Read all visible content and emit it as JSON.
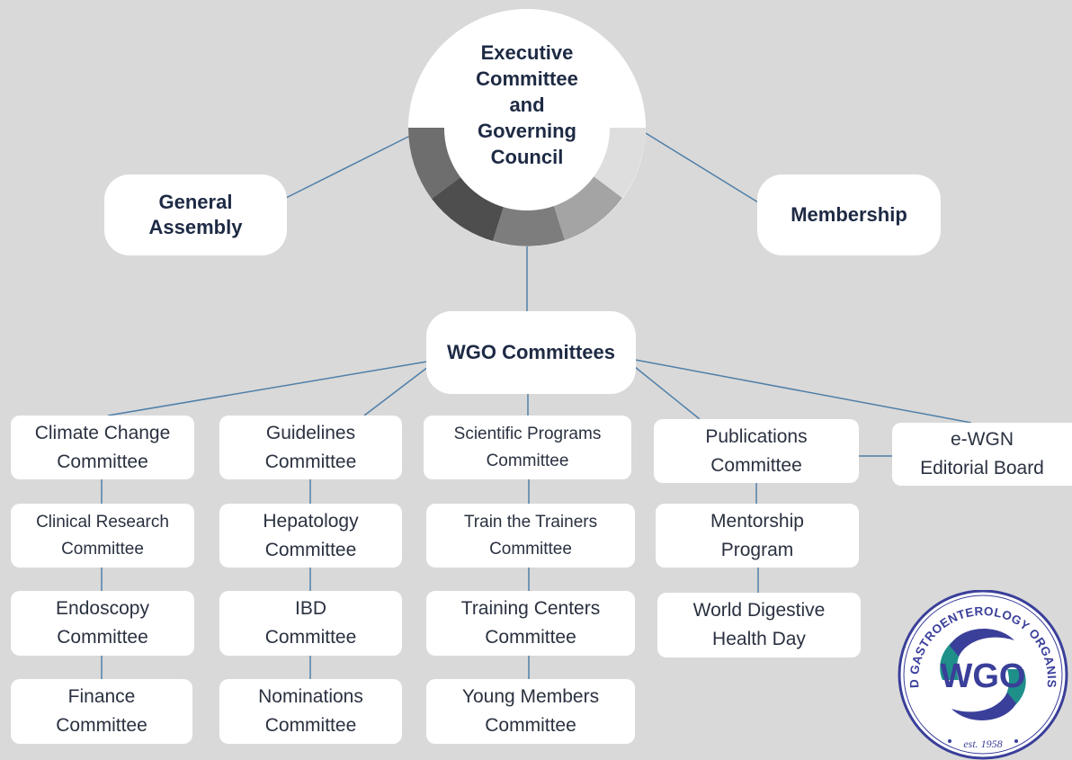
{
  "executive": {
    "label": "Executive\nCommittee\nand\nGoverning\nCouncil"
  },
  "general_assembly": {
    "label": "General\nAssembly"
  },
  "membership": {
    "label": "Membership"
  },
  "wgo_committees": {
    "label": "WGO Committees"
  },
  "columns": [
    [
      "Climate Change\nCommittee",
      "Clinical Research\nCommittee",
      "Endoscopy\nCommittee",
      "Finance\nCommittee"
    ],
    [
      "Guidelines\nCommittee",
      "Hepatology\nCommittee",
      "IBD\nCommittee",
      "Nominations\nCommittee"
    ],
    [
      "Scientific Programs\nCommittee",
      "Train the Trainers\nCommittee",
      "Training Centers\nCommittee",
      "Young Members\nCommittee"
    ],
    [
      "Publications\nCommittee",
      "Mentorship\nProgram",
      "World Digestive\nHealth Day"
    ]
  ],
  "ewgn": {
    "label": "e-WGN\nEditorial Board"
  },
  "logo": {
    "ring_text": "WORLD GASTROENTEROLOGY ORGANISATION",
    "center_text": "WGO",
    "est": "est. 1958"
  },
  "colors": {
    "background": "#d9d9d9",
    "connector": "#4f7fa8",
    "text": "#1e2a44",
    "logo_blue": "#3a3f9a",
    "logo_teal": "#1f8f8a"
  }
}
